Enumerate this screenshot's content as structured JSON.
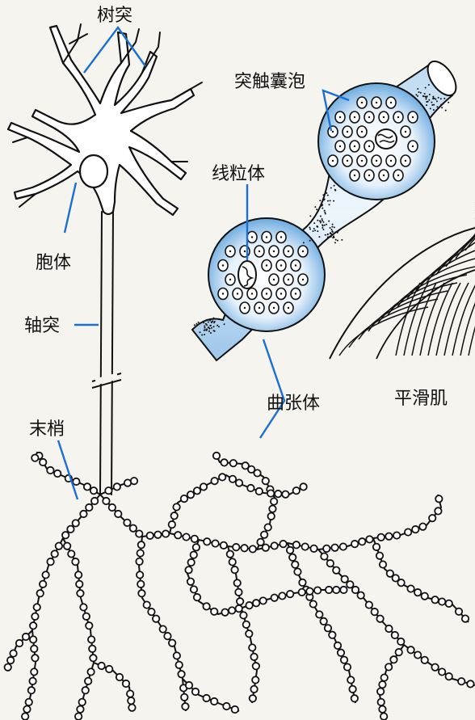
{
  "labels": {
    "dendrite": "树突",
    "cell_body": "胞体",
    "axon": "轴突",
    "terminal": "末梢",
    "synaptic_vesicle": "突触囊泡",
    "mitochondria": "线粒体",
    "varicosity": "曲张体",
    "smooth_muscle": "平滑肌"
  },
  "colors": {
    "leader_line": "#1a6fd1",
    "varicosity_fill": "#5aa3e0",
    "outline": "#111111",
    "background": "#f6f4ef"
  }
}
